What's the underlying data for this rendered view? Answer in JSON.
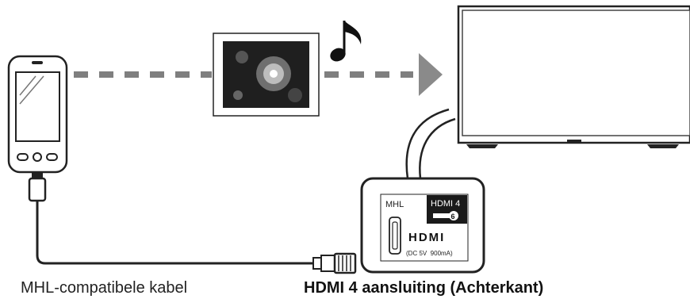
{
  "port_panel": {
    "mhl_label": "MHL",
    "hdmi_label": "HDMI 4",
    "hdmi_number_badge": "6",
    "hdmi_logo_text": "HDMI",
    "power_spec": "(DC 5V  900mA)"
  },
  "captions": {
    "cable": "MHL-compatibele kabel",
    "connection": "HDMI 4 aansluiting (Achterkant)"
  },
  "icons": {
    "phone": "smartphone-icon",
    "photo": "photo-icon",
    "music": "music-note-icon",
    "tv": "television-icon",
    "arrow": "arrow-right-icon"
  }
}
